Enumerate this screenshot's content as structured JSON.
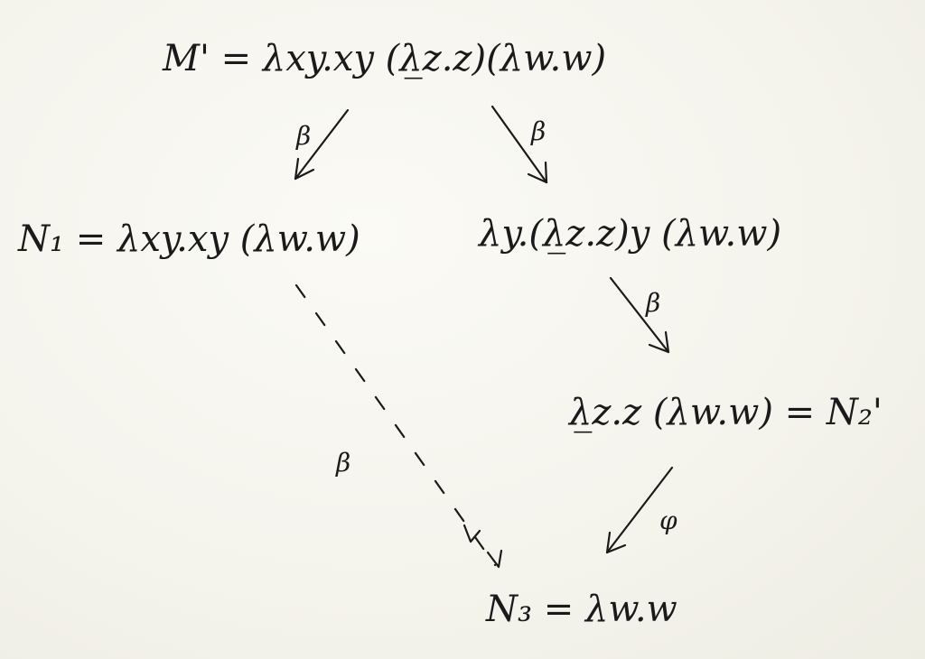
{
  "diagram": {
    "nodes": {
      "m_prime": "M' = λxy.xy (λ̲z.z)(λw.w)",
      "n1": "N₁ = λxy.xy (λw.w)",
      "middle": "λy.(λ̲z.z)y (λw.w)",
      "n2_prime": "λ̲z.z (λw.w) = N₂'",
      "n3": "N₃ = λw.w"
    },
    "edges": {
      "m_to_n1": "β",
      "m_to_middle": "β",
      "middle_to_n2": "β",
      "n1_to_n3": "β",
      "n2_to_n3": "φ"
    }
  }
}
